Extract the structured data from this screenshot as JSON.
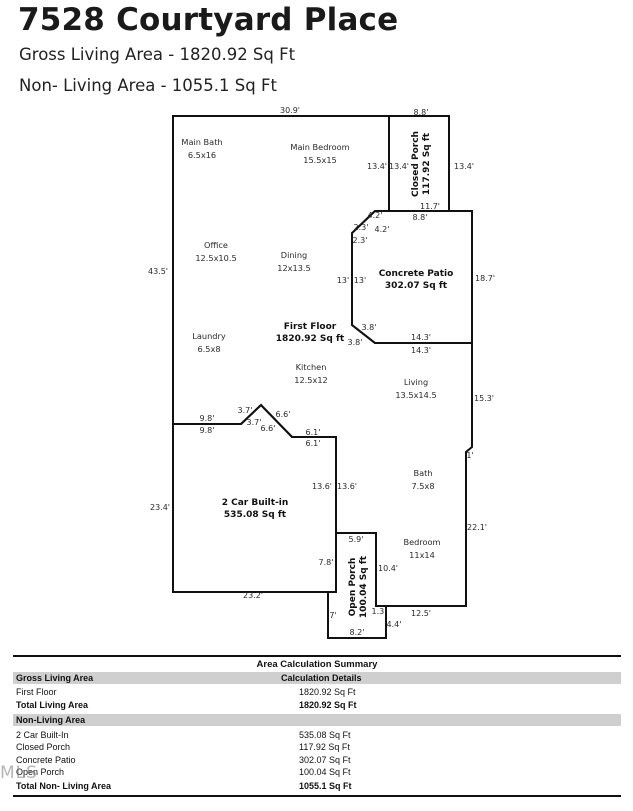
{
  "header": {
    "title": "7528 Courtyard Place",
    "gross_line": "Gross Living Area - 1820.92 Sq Ft",
    "non_living_line": "Non- Living Area - 1055.1 Sq Ft"
  },
  "plan": {
    "rooms": [
      {
        "name": "Main Bath",
        "size": "6.5x16"
      },
      {
        "name": "Main Bedroom",
        "size": "15.5x15"
      },
      {
        "name": "Office",
        "size": "12.5x10.5"
      },
      {
        "name": "Dining",
        "size": "12x13.5"
      },
      {
        "name": "Laundry",
        "size": "6.5x8"
      },
      {
        "name": "Kitchen",
        "size": "12.5x12"
      },
      {
        "name": "Living",
        "size": "13.5x14.5"
      },
      {
        "name": "Bath",
        "size": "7.5x8"
      },
      {
        "name": "Bedroom",
        "size": "11x14"
      }
    ],
    "areas": [
      {
        "name": "First Floor",
        "area": "1820.92 Sq ft"
      },
      {
        "name": "Concrete Patio",
        "area": "302.07 Sq ft"
      },
      {
        "name": "Closed Porch",
        "area": "117.92 Sq ft"
      },
      {
        "name": "2 Car Built-in",
        "area": "535.08 Sq ft"
      },
      {
        "name": "Open Porch",
        "area": "100.04 Sq ft"
      }
    ],
    "dimensions": [
      "30.9'",
      "8.8'",
      "13.4'",
      "13.4'",
      "13.4'",
      "11.7'",
      "8.8'",
      "4.2'",
      "4.2'",
      "2.3'",
      "2.3'",
      "18.7'",
      "13'",
      "13'",
      "3.8'",
      "3.8'",
      "14.3'",
      "14.3'",
      "43.5'",
      "15.3'",
      "9.8'",
      "9.8'",
      "3.7'",
      "3.7'",
      "6.6'",
      "6.6'",
      "6.1'",
      "6.1'",
      "1'",
      "13.6'",
      "13.6'",
      "23.4'",
      "22.1'",
      "5.9'",
      "7.8'",
      "10.4'",
      "23.2'",
      "1.3'",
      "12.5'",
      "7'",
      "4.4'",
      "8.2'"
    ]
  },
  "summary": {
    "title": "Area Calculation Summary",
    "gross_header": "Gross Living Area",
    "details_header": "Calculation Details",
    "gross_rows": [
      {
        "label": "First Floor",
        "value": "1820.92 Sq Ft"
      }
    ],
    "gross_total": {
      "label": "Total Living Area",
      "value": "1820.92 Sq Ft"
    },
    "non_living_header": "Non-Living Area",
    "non_living_rows": [
      {
        "label": "2 Car Built-In",
        "value": "535.08 Sq Ft"
      },
      {
        "label": "Closed Porch",
        "value": "117.92 Sq Ft"
      },
      {
        "label": "Concrete Patio",
        "value": "302.07 Sq Ft"
      },
      {
        "label": "Open Porch",
        "value": "100.04 Sq Ft"
      }
    ],
    "non_living_total": {
      "label": "Total Non- Living Area",
      "value": "1055.1 Sq Ft"
    }
  },
  "watermark": "MLS"
}
